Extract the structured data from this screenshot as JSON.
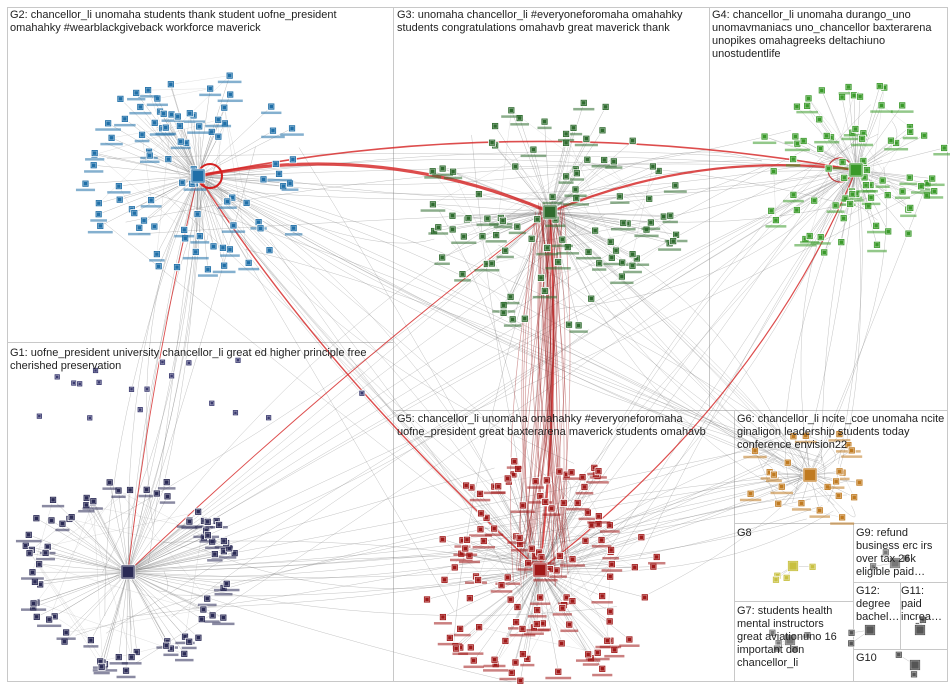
{
  "groups": [
    {
      "id": "g2",
      "label": "G2: chancellor_li unomaha students thank student uofne_president omahahky #wearblackgiveback workforce maverick",
      "color": "#1f6fa8"
    },
    {
      "id": "g3",
      "label": "G3: unomaha chancellor_li #everyoneforomaha omahahky students congratulations omahavb great maverick thank",
      "color": "#2e6b2e"
    },
    {
      "id": "g4",
      "label": "G4: chancellor_li unomaha durango_uno unomavmaniacs uno_chancellor baxterarena unopikes omahagreeks deltachiuno unostudentlife",
      "color": "#3a9a2a"
    },
    {
      "id": "g1",
      "label": "G1: uofne_president university chancellor_li great ed higher principle free cherished preservation",
      "color": "#2a2a55"
    },
    {
      "id": "g5",
      "label": "G5: chancellor_li unomaha omahahky #everyoneforomaha uofne_president great baxterarena maverick students omahavb",
      "color": "#a01818"
    },
    {
      "id": "g6",
      "label": "G6: chancellor_li ncite_coe unomaha ncite ginaligon leadership students today conference envision22",
      "color": "#c07a20"
    },
    {
      "id": "g8",
      "label": "G8",
      "color": "#b8b020"
    },
    {
      "id": "g9",
      "label": "G9: refund business erc irs over tax 26k eligible paid…",
      "color": "#555555"
    },
    {
      "id": "g7",
      "label": "G7: students health mental instructors great aviationuno 16 important don chancellor_li",
      "color": "#666666"
    },
    {
      "id": "g12",
      "label": "G12: degree bachel…",
      "color": "#666666"
    },
    {
      "id": "g11",
      "label": "G11: paid increa…",
      "color": "#666666"
    },
    {
      "id": "g10",
      "label": "G10",
      "color": "#666666"
    }
  ]
}
